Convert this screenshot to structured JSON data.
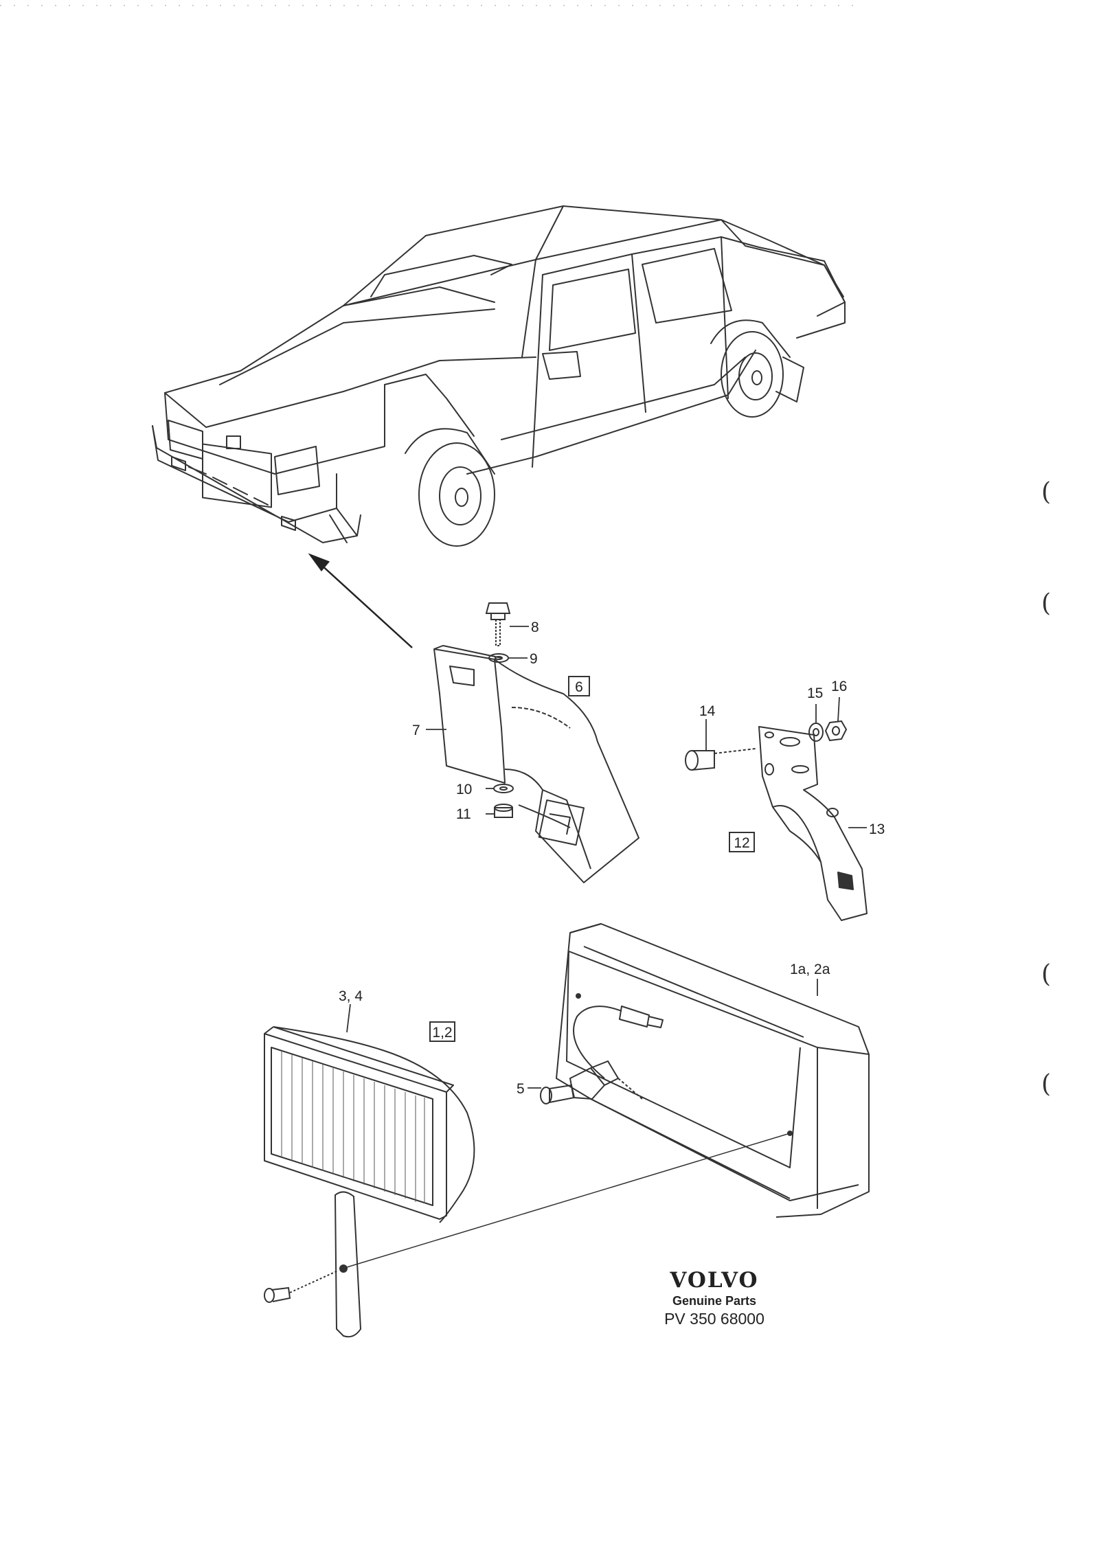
{
  "diagram": {
    "callouts": {
      "c8": "8",
      "c9": "9",
      "c7": "7",
      "c10": "10",
      "c11": "11",
      "c14": "14",
      "c15": "15",
      "c16": "16",
      "c13": "13",
      "c1a2a": "1a, 2a",
      "c34": "3, 4",
      "c5": "5"
    },
    "boxed_labels": {
      "b6": "6",
      "b12": "12",
      "b12b": "1,2"
    },
    "logo": {
      "brand": "VOLVO",
      "tagline": "Genuine Parts",
      "part_number": "PV 350 68000"
    },
    "margin_marks": [
      "(",
      "(",
      "(",
      "("
    ]
  }
}
